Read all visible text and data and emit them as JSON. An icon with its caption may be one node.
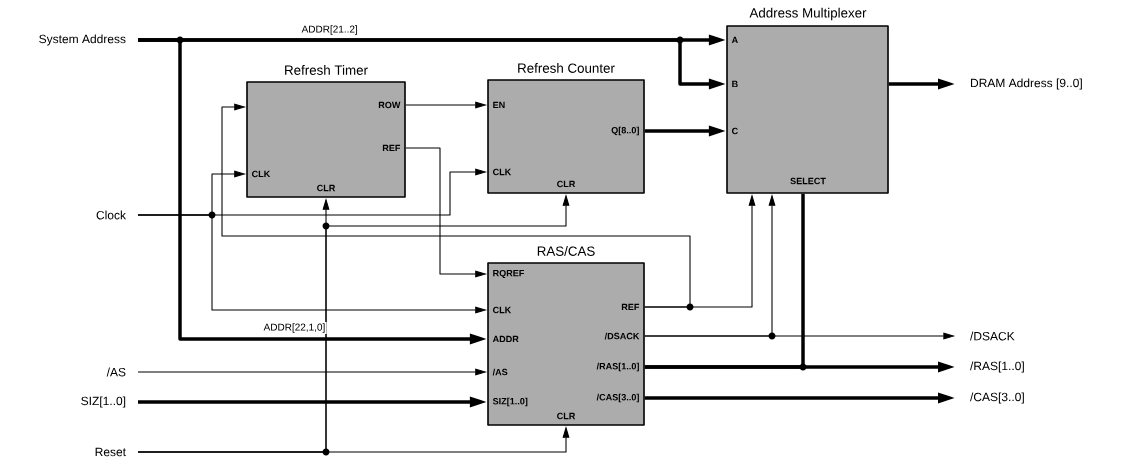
{
  "diagram": {
    "nodes": [
      {
        "text": [
          "System Address"
        ]
      },
      {
        "text": [
          "Clock"
        ]
      },
      {
        "text": [
          "/AS"
        ]
      },
      {
        "text": [
          "SIZ[1..0]"
        ]
      },
      {
        "text": [
          "Reset"
        ]
      },
      {
        "text": [
          "Refresh Timer",
          "ROW",
          "REF",
          "CLK",
          "CLR"
        ]
      },
      {
        "text": [
          "Refresh Counter",
          "EN",
          "Q[8..0]",
          "CLK",
          "CLR"
        ]
      },
      {
        "text": [
          "Address Multiplexer",
          "A",
          "B",
          "C",
          "SELECT"
        ]
      },
      {
        "text": [
          "RAS/CAS",
          "RQREF",
          "CLK",
          "ADDR",
          "/AS",
          "SIZ[1..0]",
          "REF",
          "/DSACK",
          "/RAS[1..0]",
          "/CAS[3..0]",
          "CLR"
        ]
      },
      {
        "text": [
          "DRAM Address [9..0]"
        ]
      },
      {
        "text": [
          "/DSACK"
        ]
      },
      {
        "text": [
          "/RAS[1..0]"
        ]
      },
      {
        "text": [
          "/CAS[3..0]"
        ]
      }
    ],
    "edges": [
      {
        "from": 0,
        "to": 7,
        "arrow": "to",
        "style": "thick",
        "label": "ADDR[21..2]"
      },
      {
        "from": 0,
        "to": 7,
        "arrow": "to",
        "style": "thick"
      },
      {
        "from": 0,
        "to": 8,
        "arrow": "to",
        "style": "thick",
        "label": "ADDR[22,1,0]"
      },
      {
        "from": 1,
        "to": 5,
        "arrow": "to"
      },
      {
        "from": 1,
        "to": 6,
        "arrow": "to"
      },
      {
        "from": 1,
        "to": 8,
        "arrow": "to"
      },
      {
        "from": 4,
        "to": 5,
        "arrow": "to"
      },
      {
        "from": 4,
        "to": 6,
        "arrow": "to"
      },
      {
        "from": 4,
        "to": 8,
        "arrow": "to"
      },
      {
        "from": 5,
        "to": 6,
        "arrow": "to"
      },
      {
        "from": 5,
        "to": 8,
        "arrow": "to"
      },
      {
        "from": 6,
        "to": 7,
        "arrow": "to",
        "style": "thick"
      },
      {
        "from": 8,
        "to": 5,
        "arrow": "to"
      },
      {
        "from": 8,
        "to": 7,
        "arrow": "to"
      },
      {
        "from": 8,
        "to": 7,
        "arrow": "to"
      },
      {
        "from": 8,
        "to": 7,
        "arrow": "none",
        "style": "thick"
      },
      {
        "from": 8,
        "to": 10,
        "arrow": "to"
      },
      {
        "from": 8,
        "to": 11,
        "arrow": "to",
        "style": "thick"
      },
      {
        "from": 8,
        "to": 12,
        "arrow": "to",
        "style": "thick"
      },
      {
        "from": 7,
        "to": 9,
        "arrow": "to",
        "style": "thick"
      },
      {
        "from": 2,
        "to": 8,
        "arrow": "to"
      },
      {
        "from": 3,
        "to": 8,
        "arrow": "to",
        "style": "thick"
      }
    ]
  }
}
